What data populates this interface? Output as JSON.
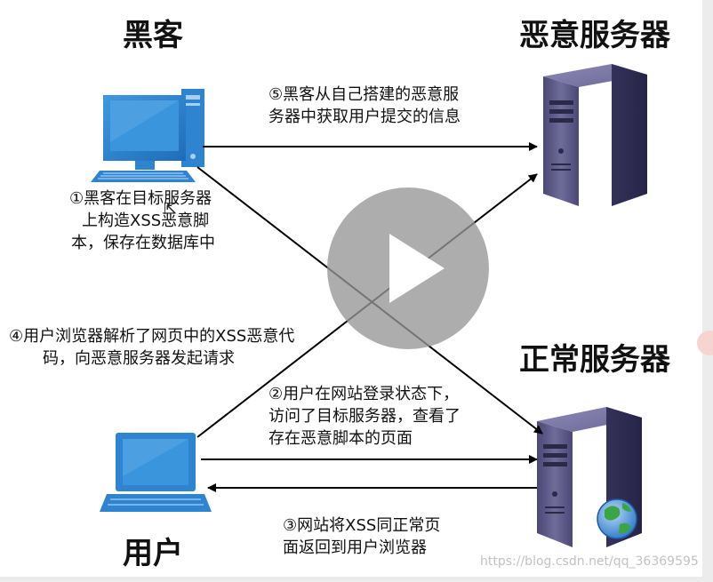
{
  "labels": {
    "hacker": "黑客",
    "malicious_server": "恶意服务器",
    "normal_server": "正常服务器",
    "user": "用户"
  },
  "steps": {
    "step1": [
      "①黑客在目标服务器",
      "上构造XSS恶意脚",
      "本，保存在数据库中"
    ],
    "step2": [
      "②用户在网站登录状态下，",
      "访问了目标服务器，查看了",
      "存在恶意脚本的页面"
    ],
    "step3": [
      "③网站将XSS同正常页",
      "面返回到用户浏览器"
    ],
    "step4": [
      "④用户浏览器解析了网页中的XSS恶意代",
      "码，向恶意服务器发起请求"
    ],
    "step5": [
      "⑤黑客从自己搭建的恶意服",
      "务器中获取用户提交的信息"
    ]
  },
  "watermark": "https://blog.csdn.net/qq_36369595",
  "icons": {
    "hacker_computer": "desktop-computer-icon",
    "user_computer": "laptop-icon",
    "malicious_server": "server-tower-icon",
    "normal_server": "server-tower-icon",
    "globe": "globe-icon",
    "play": "play-icon"
  },
  "colors": {
    "computer_blue": "#2e84cf",
    "server_purple": "#5d5a85",
    "arrow": "#000000",
    "play_overlay": "#969696"
  }
}
